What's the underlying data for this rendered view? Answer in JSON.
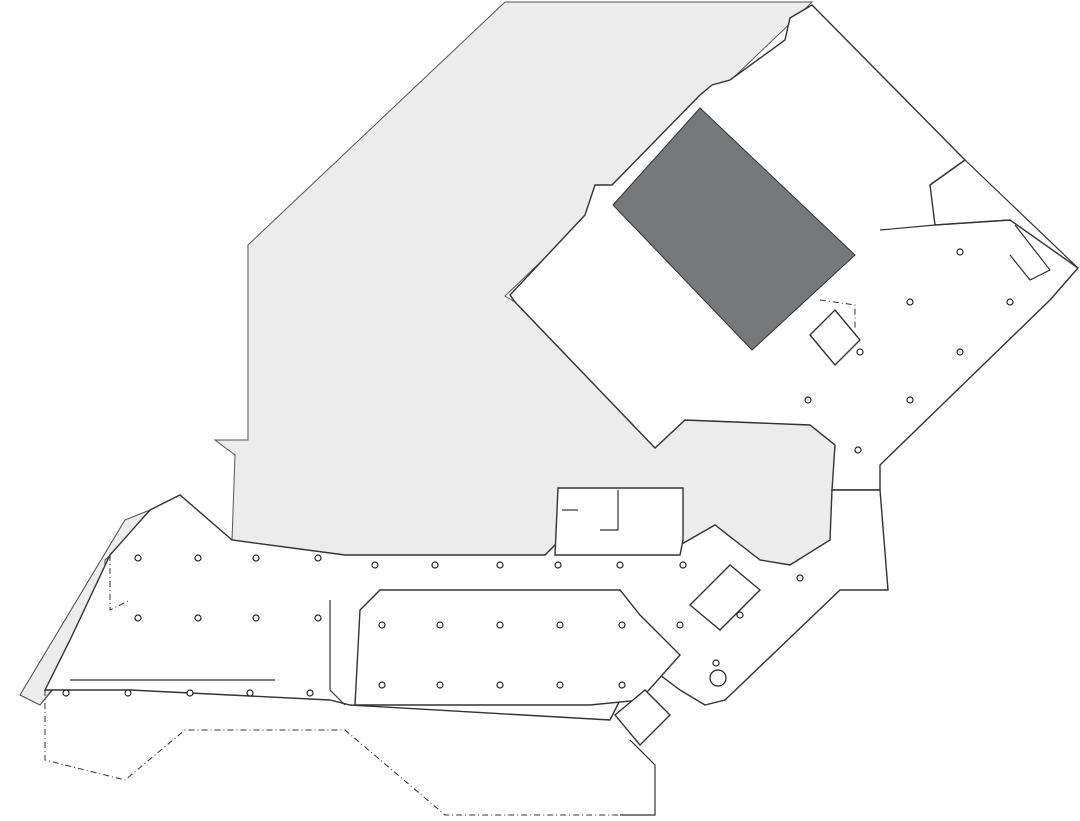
{
  "colors": {
    "exterior_fill": "#ececec",
    "highlighted_room": "#76787a",
    "wall": "#333333",
    "floor": "#ffffff"
  },
  "highlighted_room": {
    "shown": true
  },
  "icons": [
    "column-marker",
    "door-swing",
    "stair"
  ]
}
